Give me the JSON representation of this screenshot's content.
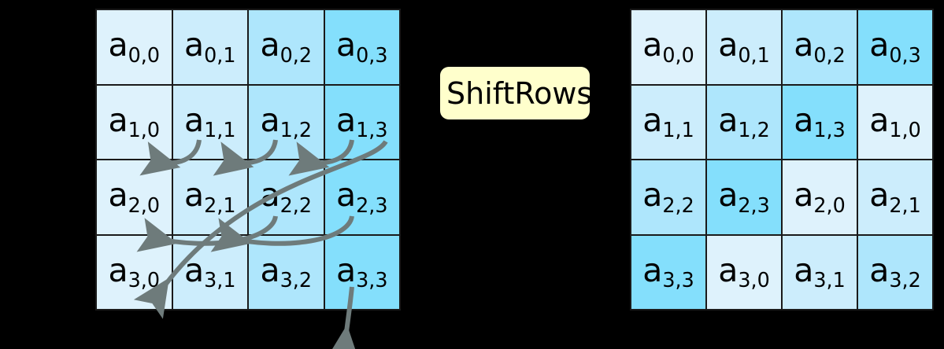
{
  "diagram": {
    "title": "ShiftRows",
    "background_color": "#000000",
    "operation": {
      "label": "ShiftRows",
      "box_fill": "#ffffcc",
      "text_color": "#000000"
    },
    "arrow_color": "#6e7b7b",
    "cell_border_color": "#1a1a1a",
    "column_colors": [
      "#def2fc",
      "#ccedfc",
      "#aee6fc",
      "#84dffc"
    ],
    "input_matrix": {
      "name": "state-before-shiftrows",
      "rows": [
        [
          {
            "label": "a",
            "sub": "0,0",
            "src_col": 0
          },
          {
            "label": "a",
            "sub": "0,1",
            "src_col": 1
          },
          {
            "label": "a",
            "sub": "0,2",
            "src_col": 2
          },
          {
            "label": "a",
            "sub": "0,3",
            "src_col": 3
          }
        ],
        [
          {
            "label": "a",
            "sub": "1,0",
            "src_col": 0
          },
          {
            "label": "a",
            "sub": "1,1",
            "src_col": 1
          },
          {
            "label": "a",
            "sub": "1,2",
            "src_col": 2
          },
          {
            "label": "a",
            "sub": "1,3",
            "src_col": 3
          }
        ],
        [
          {
            "label": "a",
            "sub": "2,0",
            "src_col": 0
          },
          {
            "label": "a",
            "sub": "2,1",
            "src_col": 1
          },
          {
            "label": "a",
            "sub": "2,2",
            "src_col": 2
          },
          {
            "label": "a",
            "sub": "2,3",
            "src_col": 3
          }
        ],
        [
          {
            "label": "a",
            "sub": "3,0",
            "src_col": 0
          },
          {
            "label": "a",
            "sub": "3,1",
            "src_col": 1
          },
          {
            "label": "a",
            "sub": "3,2",
            "src_col": 2
          },
          {
            "label": "a",
            "sub": "3,3",
            "src_col": 3
          }
        ]
      ]
    },
    "output_matrix": {
      "name": "state-after-shiftrows",
      "rows": [
        [
          {
            "label": "a",
            "sub": "0,0",
            "src_col": 0
          },
          {
            "label": "a",
            "sub": "0,1",
            "src_col": 1
          },
          {
            "label": "a",
            "sub": "0,2",
            "src_col": 2
          },
          {
            "label": "a",
            "sub": "0,3",
            "src_col": 3
          }
        ],
        [
          {
            "label": "a",
            "sub": "1,1",
            "src_col": 1
          },
          {
            "label": "a",
            "sub": "1,2",
            "src_col": 2
          },
          {
            "label": "a",
            "sub": "1,3",
            "src_col": 3
          },
          {
            "label": "a",
            "sub": "1,0",
            "src_col": 0
          }
        ],
        [
          {
            "label": "a",
            "sub": "2,2",
            "src_col": 2
          },
          {
            "label": "a",
            "sub": "2,3",
            "src_col": 3
          },
          {
            "label": "a",
            "sub": "2,0",
            "src_col": 0
          },
          {
            "label": "a",
            "sub": "2,1",
            "src_col": 1
          }
        ],
        [
          {
            "label": "a",
            "sub": "3,3",
            "src_col": 3
          },
          {
            "label": "a",
            "sub": "3,0",
            "src_col": 0
          },
          {
            "label": "a",
            "sub": "3,1",
            "src_col": 1
          },
          {
            "label": "a",
            "sub": "3,2",
            "src_col": 2
          }
        ]
      ]
    },
    "shift_amounts": [
      0,
      1,
      2,
      3
    ]
  }
}
